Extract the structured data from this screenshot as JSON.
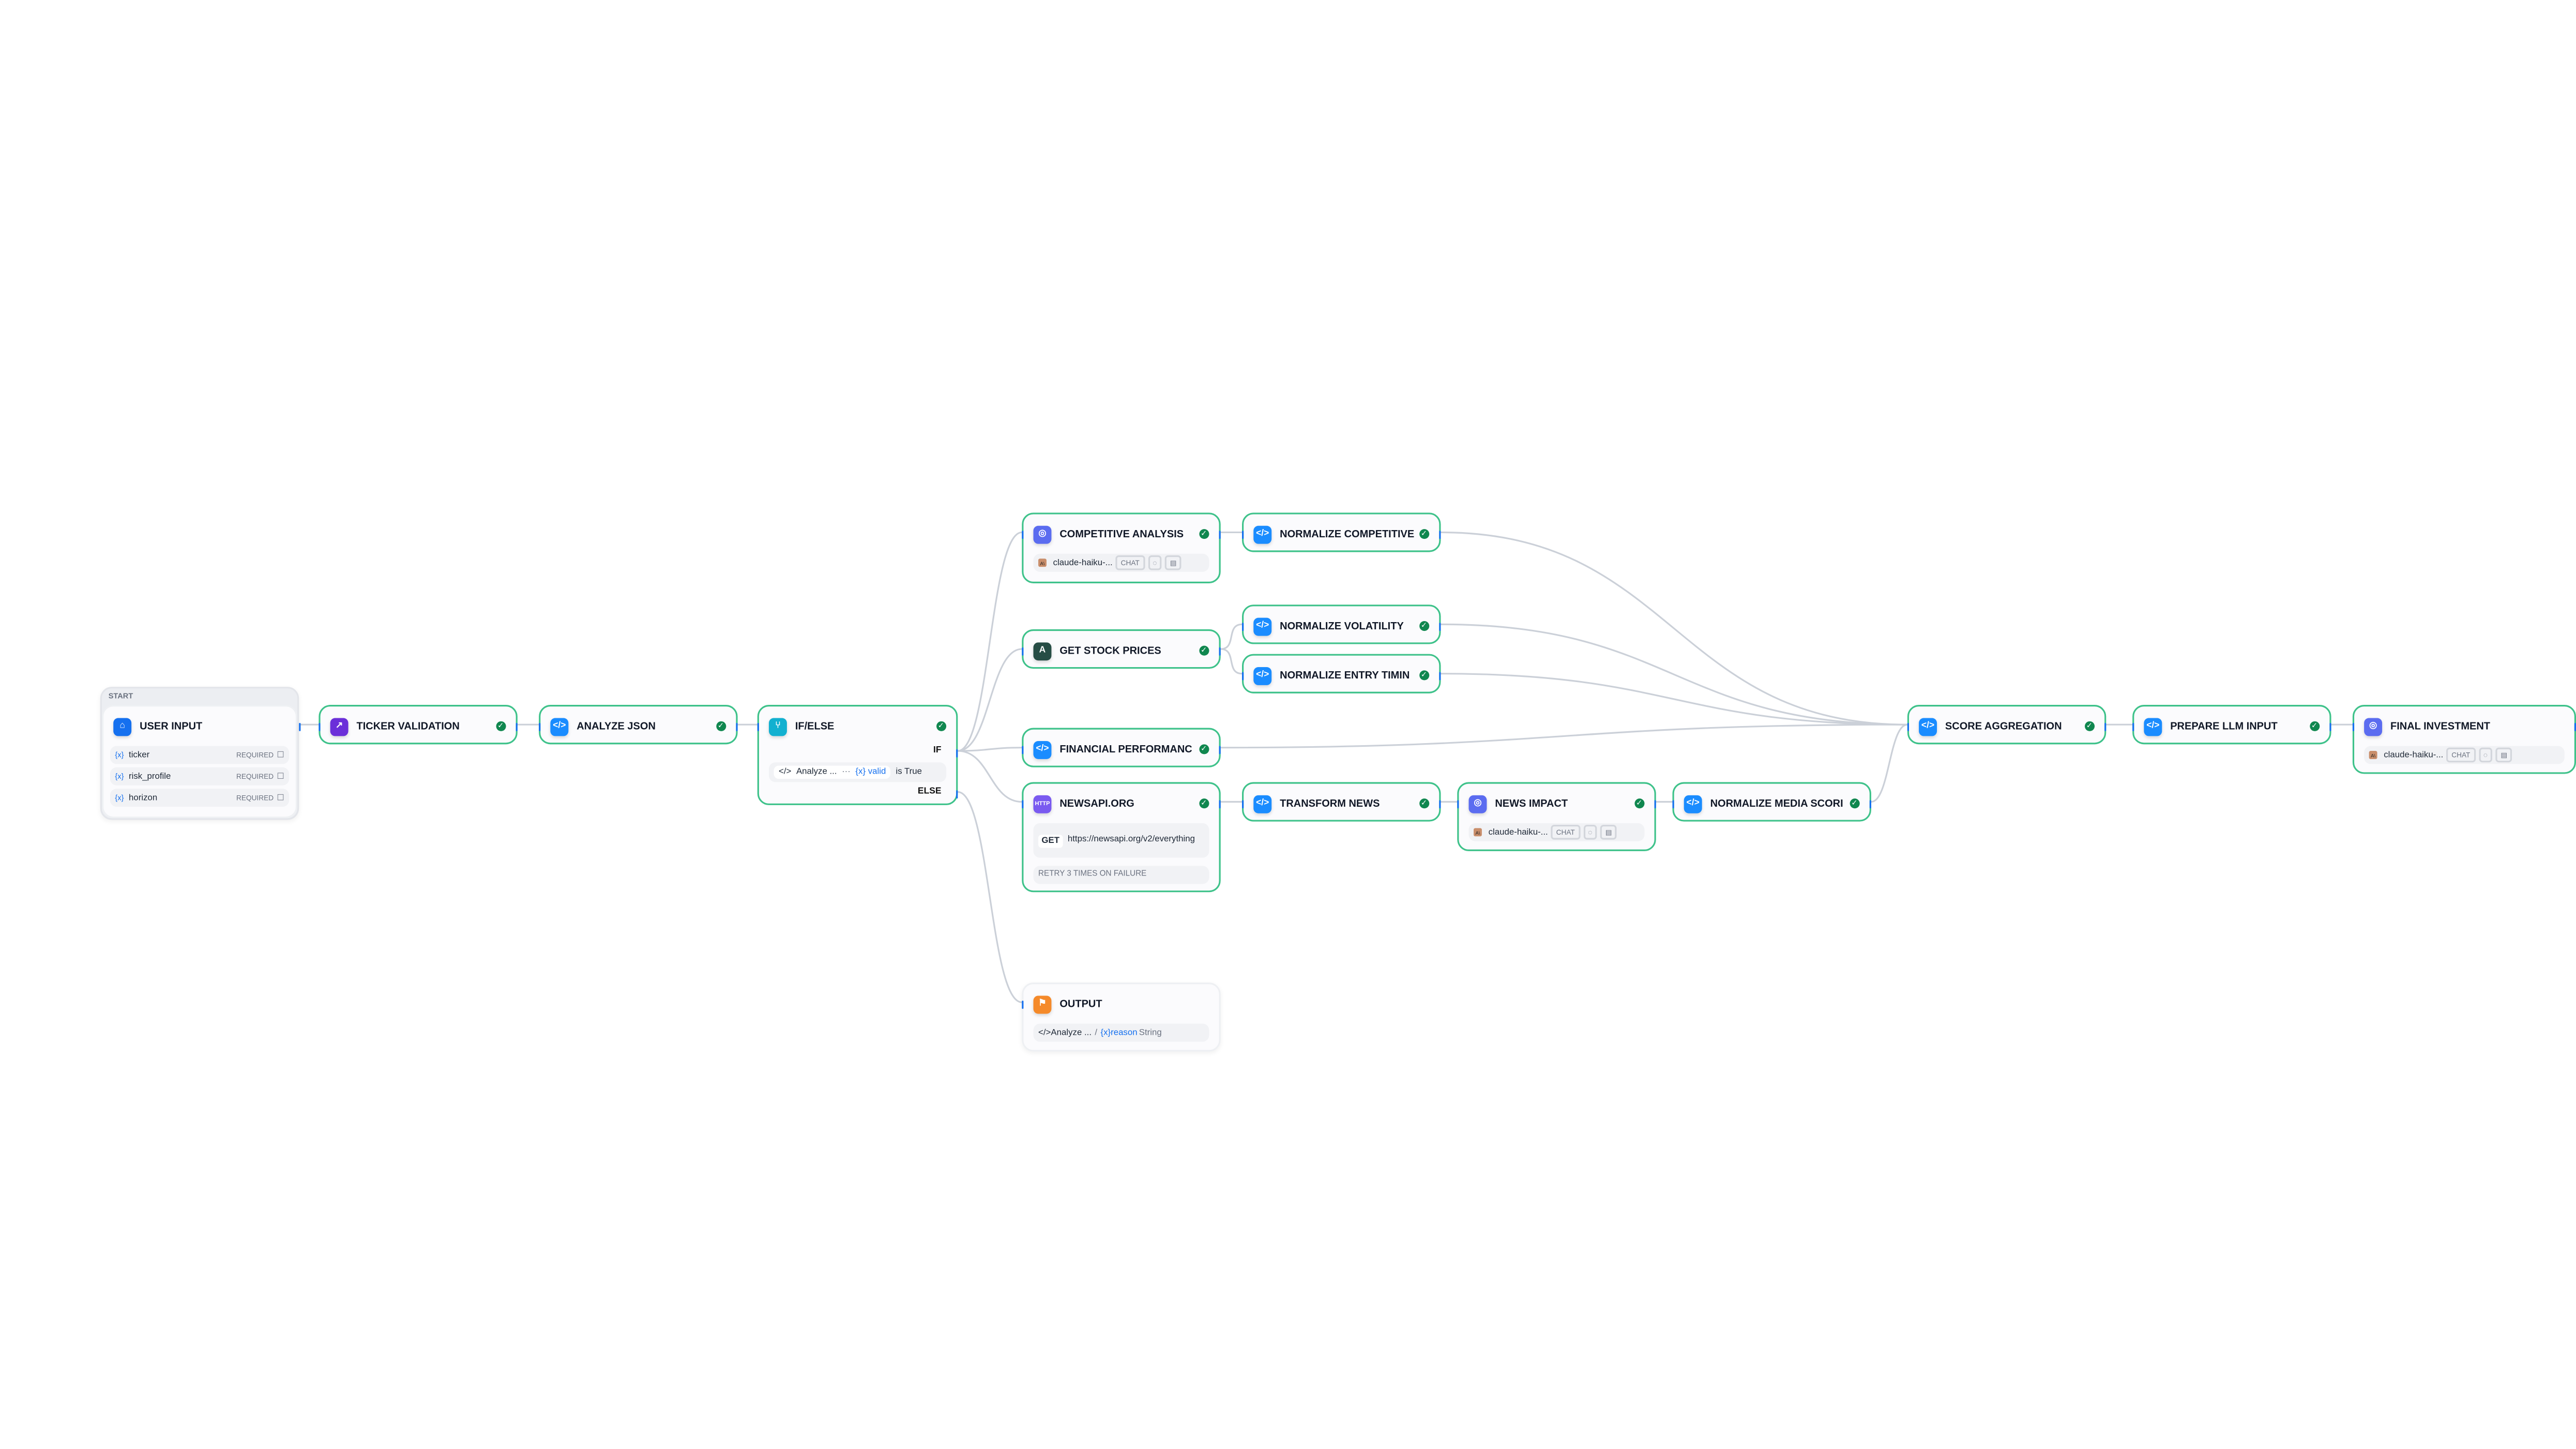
{
  "start": {
    "group_label": "START",
    "title": "USER INPUT",
    "icon": "home-icon",
    "inputs": [
      {
        "var_icon": "{x}",
        "name": "ticker",
        "badge": "REQUIRED",
        "type_icon": "text-icon"
      },
      {
        "var_icon": "{x}",
        "name": "risk_profile",
        "badge": "REQUIRED",
        "type_icon": "select-icon"
      },
      {
        "var_icon": "{x}",
        "name": "horizon",
        "badge": "REQUIRED",
        "type_icon": "select-icon"
      }
    ]
  },
  "nodes": [
    {
      "id": "ticker",
      "title": "TICKER VALIDATION",
      "icon": "yahoo-finance-icon",
      "color": "#6b2fd9",
      "status": "success"
    },
    {
      "id": "analyze",
      "title": "ANALYZE JSON",
      "icon": "code-icon",
      "color": "#1a8cff",
      "status": "success"
    },
    {
      "id": "ifelse",
      "title": "IF/ELSE",
      "icon": "branch-icon",
      "color": "#12b0d0",
      "status": "success",
      "if_label": "IF",
      "else_label": "ELSE",
      "cond_source": "Analyze ...",
      "cond_sep": "···",
      "cond_var": "{x} valid",
      "cond_op": "is True"
    },
    {
      "id": "comp",
      "title": "COMPETITIVE ANALYSIS",
      "icon": "llm-icon",
      "color": "#5b6cf0",
      "status": "success",
      "model": "claude-haiku-...",
      "mode": "CHAT"
    },
    {
      "id": "normcomp",
      "title": "NORMALIZE COMPETITIVE",
      "icon": "code-icon",
      "color": "#1a8cff",
      "status": "success"
    },
    {
      "id": "stock",
      "title": "GET STOCK PRICES",
      "icon": "alpha-vantage-icon",
      "color": "#264d45",
      "status": "success",
      "glyph": "A"
    },
    {
      "id": "normvol",
      "title": "NORMALIZE VOLATILITY",
      "icon": "code-icon",
      "color": "#1a8cff",
      "status": "success"
    },
    {
      "id": "normentry",
      "title": "NORMALIZE ENTRY TIMIN",
      "icon": "code-icon",
      "color": "#1a8cff",
      "status": "success"
    },
    {
      "id": "fin",
      "title": "FINANCIAL PERFORMANC",
      "icon": "code-icon",
      "color": "#1a8cff",
      "status": "success"
    },
    {
      "id": "news",
      "title": "NEWSAPI.ORG",
      "icon": "http-icon",
      "color": "#7a5af0",
      "status": "success",
      "glyph": "HTTP",
      "method": "GET",
      "url": "https://newsapi.org/v2/everything",
      "retry": "RETRY 3 TIMES ON FAILURE"
    },
    {
      "id": "transform",
      "title": "TRANSFORM NEWS",
      "icon": "code-icon",
      "color": "#1a8cff",
      "status": "success"
    },
    {
      "id": "impact",
      "title": "NEWS IMPACT",
      "icon": "llm-icon",
      "color": "#5b6cf0",
      "status": "success",
      "model": "claude-haiku-...",
      "mode": "CHAT"
    },
    {
      "id": "media",
      "title": "NORMALIZE MEDIA SCORI",
      "icon": "code-icon",
      "color": "#1a8cff",
      "status": "success"
    },
    {
      "id": "score",
      "title": "SCORE AGGREGATION",
      "icon": "code-icon",
      "color": "#1a8cff",
      "status": "success"
    },
    {
      "id": "prep",
      "title": "PREPARE LLM INPUT",
      "icon": "code-icon",
      "color": "#1a8cff",
      "status": "success"
    },
    {
      "id": "final",
      "title": "FINAL INVESTMENT",
      "icon": "llm-icon",
      "color": "#5b6cf0",
      "status": "",
      "model": "claude-haiku-...",
      "mode": "CHAT"
    },
    {
      "id": "output",
      "title": "OUTPUT",
      "icon": "output-flag-icon",
      "color": "#f58a2a",
      "status": "",
      "out_source": "Analyze ...",
      "out_var": "{x}reason",
      "out_type": "String"
    }
  ],
  "colors": {
    "success_border": "#3ec28a",
    "edge": "#cbd0d8",
    "handle": "#1570ef",
    "success": "#10874f"
  }
}
